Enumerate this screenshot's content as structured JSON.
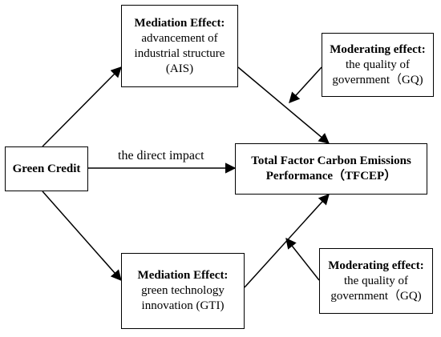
{
  "diagram": {
    "green_credit": "Green Credit",
    "direct_impact": "the direct impact",
    "tfcep": {
      "line1": "Total Factor Carbon Emissions",
      "line2": "Performance（TFCEP）"
    },
    "ais": {
      "title": "Mediation Effect:",
      "line1": "advancement of",
      "line2": "industrial structure",
      "line3": "(AIS)"
    },
    "gti": {
      "title": "Mediation Effect:",
      "line1": "green technology",
      "line2": "innovation (GTI)"
    },
    "gq_top": {
      "title": "Moderating effect:",
      "line1": "the quality of",
      "line2": "government（GQ)"
    },
    "gq_bottom": {
      "title": "Moderating effect:",
      "line1": "the quality of",
      "line2": "government（GQ)"
    }
  }
}
